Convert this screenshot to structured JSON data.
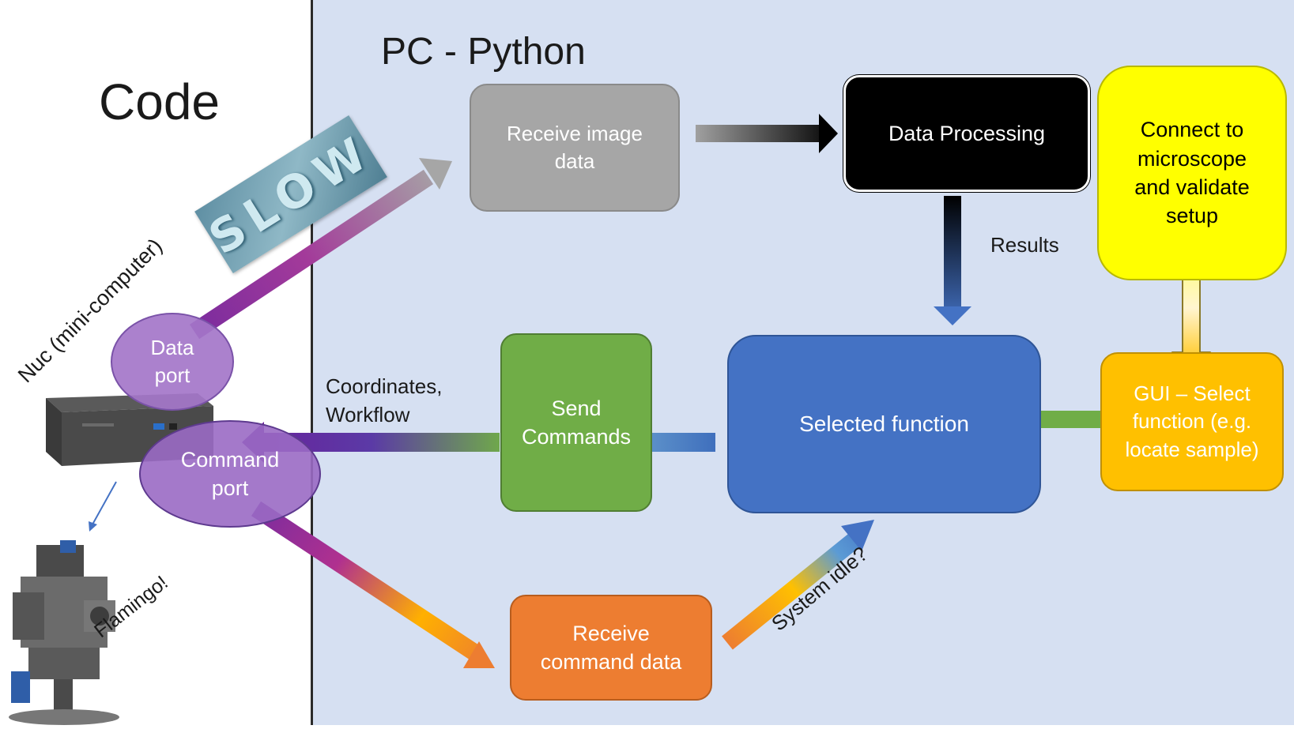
{
  "left_title": "Code",
  "right_title": "PC - Python",
  "nuc_label": "Nuc (mini-computer)",
  "slow_stamp": "SLOW",
  "flamingo_label": "Flamingo!",
  "ports": {
    "data": "Data\nport",
    "command": "Command\nport"
  },
  "boxes": {
    "receive_image": "Receive image\ndata",
    "data_processing": "Data Processing",
    "connect": "Connect to\nmicroscope\nand validate\nsetup",
    "send_commands": "Send\nCommands",
    "selected_function": "Selected function",
    "gui_select": "GUI – Select\nfunction (e.g.\nlocate sample)",
    "receive_command": "Receive\ncommand data"
  },
  "edge_labels": {
    "results": "Results",
    "coordinates": "Coordinates,\nWorkflow",
    "system_idle": "System idle?"
  },
  "colors": {
    "background_right": "#d6e0f2",
    "receive_image": "#a6a6a6",
    "data_processing": "#000000",
    "connect": "#ffff00",
    "send_commands": "#70ad47",
    "selected_function": "#4472c4",
    "gui_select": "#ffc000",
    "receive_command": "#ed7d31",
    "ports": "#a476c9"
  }
}
